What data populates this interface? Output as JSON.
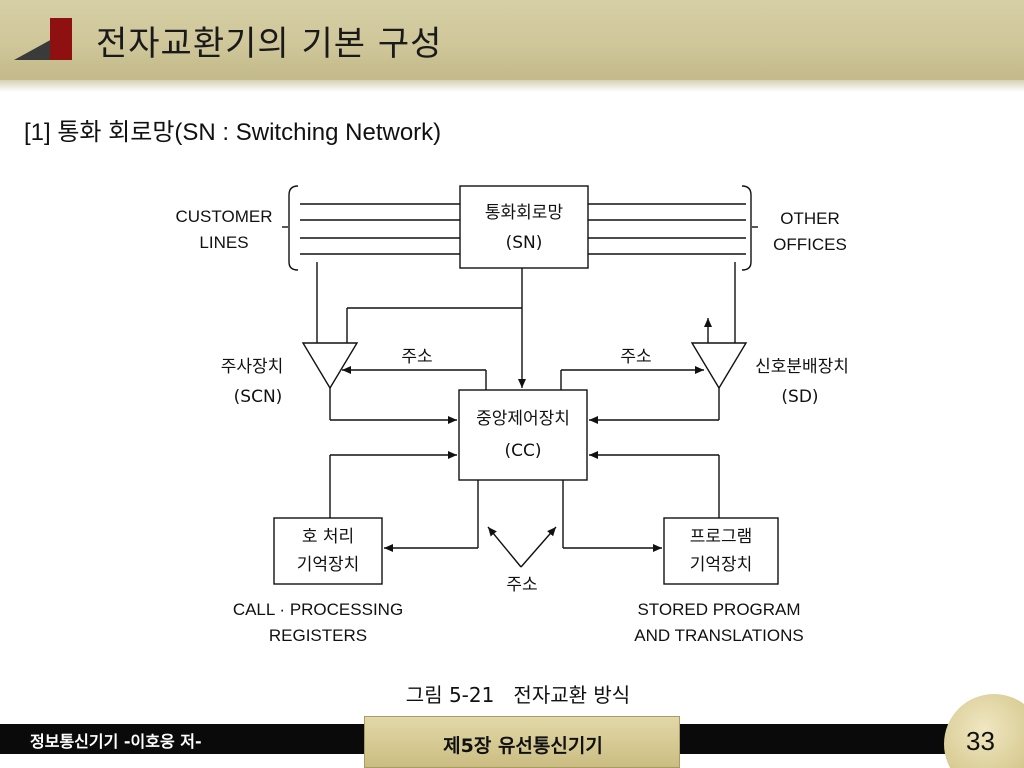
{
  "page": {
    "title": "전자교환기의 기본 구성",
    "subtitle": "[1] 통화 회로망(SN : Switching Network)"
  },
  "diagram": {
    "sn_label_1": "통화회로망",
    "sn_label_2": "(SN)",
    "cc_label_1": "중앙제어장치",
    "cc_label_2": "(CC)",
    "call_mem_label_1": "호 처리",
    "call_mem_label_2": "기억장치",
    "prog_mem_label_1": "프로그램",
    "prog_mem_label_2": "기억장치",
    "scn_label_1": "주사장치",
    "scn_label_2": "(SCN)",
    "sd_label_1": "신호분배장치",
    "sd_label_2": "(SD)",
    "address_left": "주소",
    "address_right": "주소",
    "address_bottom": "주소",
    "customer_lines_1": "CUSTOMER",
    "customer_lines_2": "LINES",
    "other_offices_1": "OTHER",
    "other_offices_2": "OFFICES",
    "call_processing_1": "CALL · PROCESSING",
    "call_processing_2": "REGISTERS",
    "stored_program_1": "STORED PROGRAM",
    "stored_program_2": "AND TRANSLATIONS",
    "caption": "그림 5-21   전자교환 방식"
  },
  "footer": {
    "credit": "정보통신기기  -이호웅 저-",
    "chapter": "제5장 유선통신기기",
    "page_number": "33"
  },
  "colors": {
    "title_bar": "#cfc79a",
    "accent_red": "#8e1010",
    "footer_bar": "#0a0a0a",
    "chapter_box": "#d8cc95"
  }
}
